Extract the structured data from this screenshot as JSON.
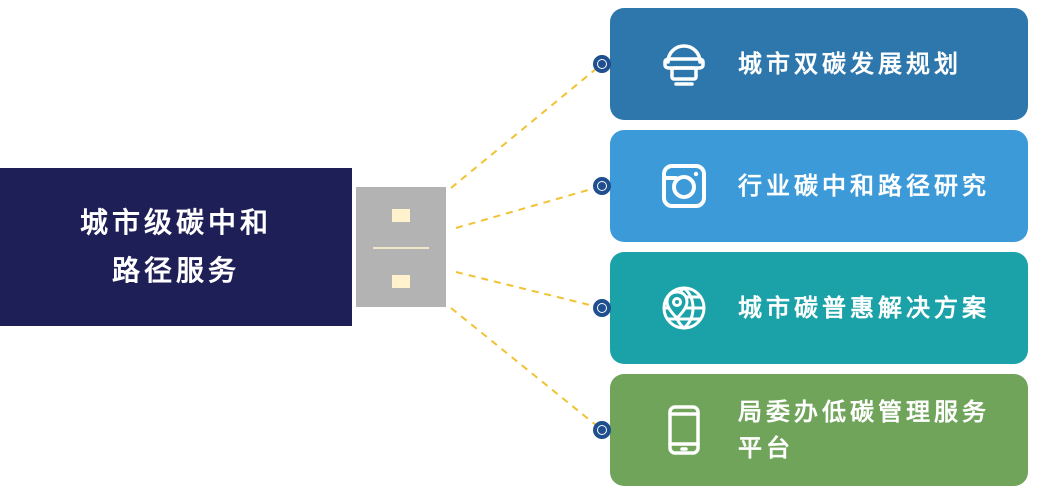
{
  "main": {
    "line1": "城市级碳中和",
    "line2": "路径服务"
  },
  "services": [
    {
      "label": "城市双碳发展规划",
      "icon": "cloud-monitor-icon",
      "color": "#2d77ad"
    },
    {
      "label": "行业碳中和路径研究",
      "icon": "camera-icon",
      "color": "#3c9ad9"
    },
    {
      "label": "城市碳普惠解决方案",
      "icon": "globe-pin-icon",
      "color": "#1ba2a8"
    },
    {
      "label": "局委办低碳管理服务平台",
      "icon": "mobile-phone-icon",
      "color": "#6fa45a"
    }
  ],
  "colors": {
    "main_box": "#1f1f57",
    "plug": "#b3b3b3",
    "plug_pad": "#fff2cc",
    "connector": "#f1c232",
    "dot_border": "#1f4f8e"
  }
}
